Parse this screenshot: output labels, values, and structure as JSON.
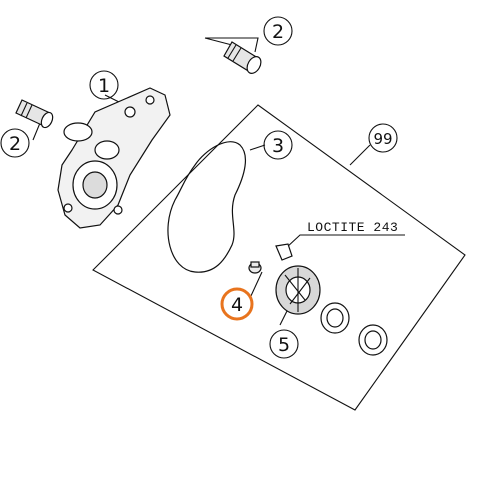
{
  "callouts": [
    {
      "id": "1",
      "label": "1"
    },
    {
      "id": "2a",
      "label": "2"
    },
    {
      "id": "2b",
      "label": "2"
    },
    {
      "id": "3",
      "label": "3"
    },
    {
      "id": "4",
      "label": "4"
    },
    {
      "id": "5",
      "label": "5"
    },
    {
      "id": "99",
      "label": "99"
    }
  ],
  "annotation": {
    "loctite": "LOCTITE 243"
  },
  "colors": {
    "highlight": "#e8741e",
    "line": "#111111"
  }
}
